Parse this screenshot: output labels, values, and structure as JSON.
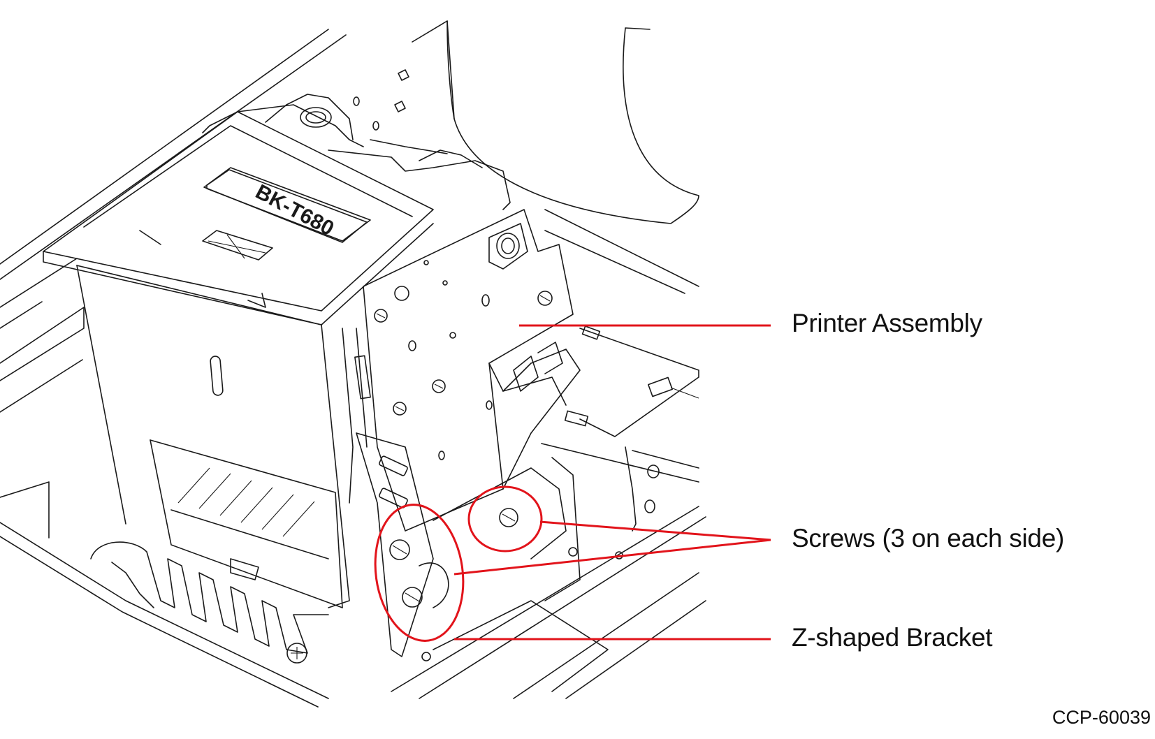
{
  "device_model_label": "BK-T680",
  "callouts": {
    "printer_assembly": "Printer Assembly",
    "screws": "Screws (3 on each side)",
    "z_bracket": "Z-shaped Bracket"
  },
  "figure_id": "CCP-60039",
  "colors": {
    "line_art": "#1a1a1a",
    "callout": "#e2141b",
    "background": "#ffffff"
  }
}
